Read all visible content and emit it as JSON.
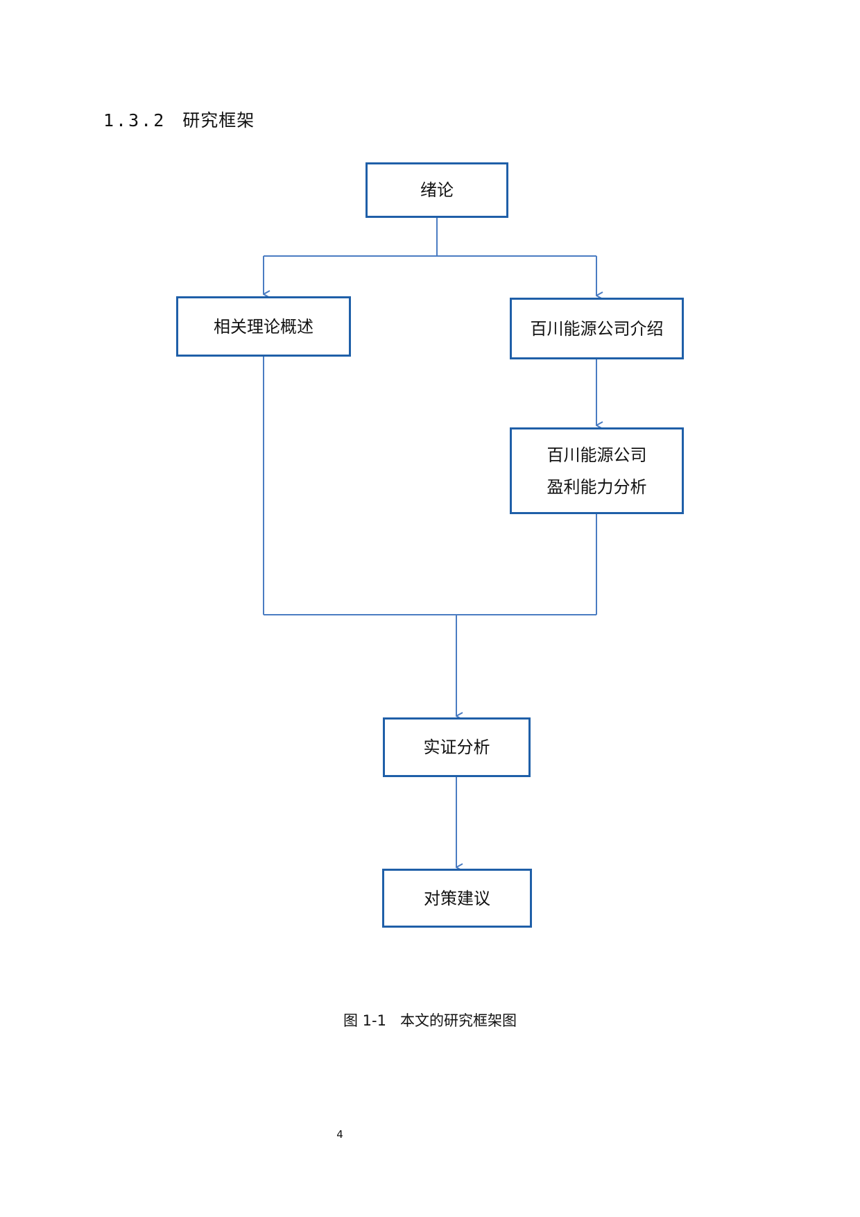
{
  "section": {
    "number": "1.3.2",
    "title": "研究框架"
  },
  "flowchart": {
    "nodes": {
      "intro": [
        "绪论"
      ],
      "theory": [
        "相关理论概述"
      ],
      "company_intro": [
        "百川能源公司介绍"
      ],
      "profitability": [
        "百川能源公司",
        "盈利能力分析"
      ],
      "empirical": [
        "实证分析"
      ],
      "suggestions": [
        "对策建议"
      ]
    },
    "edges": [
      [
        "intro",
        "theory"
      ],
      [
        "intro",
        "company_intro"
      ],
      [
        "company_intro",
        "profitability"
      ],
      [
        "theory",
        "empirical"
      ],
      [
        "profitability",
        "empirical"
      ],
      [
        "empirical",
        "suggestions"
      ]
    ],
    "colors": {
      "box_border": "#1f5fa8",
      "connector": "#4a7cc2"
    }
  },
  "figure_caption": {
    "label": "图 1-1",
    "title": "本文的研究框架图"
  },
  "page_number": "4"
}
